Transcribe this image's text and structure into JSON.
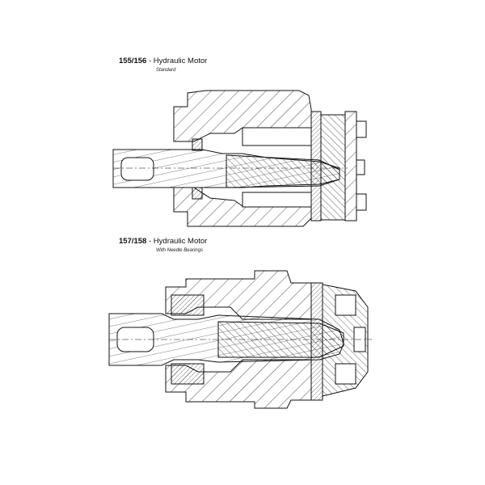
{
  "figures": [
    {
      "model": "155/156",
      "separator": " - ",
      "title": "Hydraulic Motor",
      "subtitle": "Standard"
    },
    {
      "model": "157/158",
      "separator": " - ",
      "title": "Hydraulic Motor",
      "subtitle": "With Needle Bearings"
    }
  ]
}
